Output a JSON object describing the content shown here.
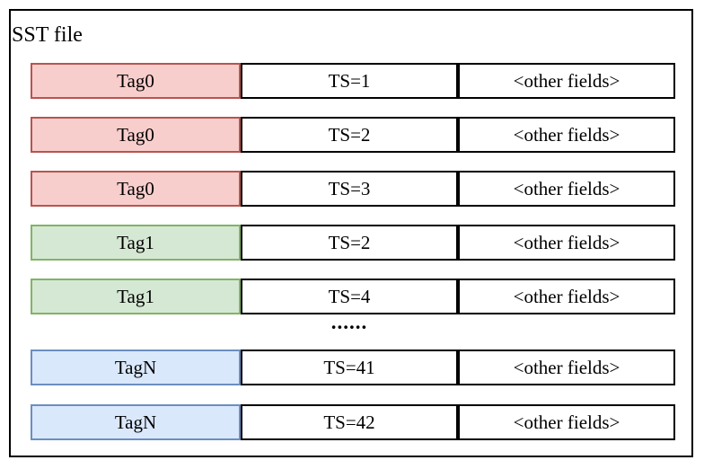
{
  "diagram": {
    "title": "SST file",
    "ellipsis": "......",
    "colors": {
      "red_fill": "#f8cecc",
      "red_border": "#b85450",
      "green_fill": "#d5e8d4",
      "green_border": "#82b366",
      "blue_fill": "#dae8fc",
      "blue_border": "#6c8ebf",
      "plain_border": "#000000",
      "plain_fill": "#ffffff"
    },
    "rows": [
      {
        "tag": "Tag0",
        "ts": "TS=1",
        "other": "<other fields>",
        "color": "red"
      },
      {
        "tag": "Tag0",
        "ts": "TS=2",
        "other": "<other fields>",
        "color": "red"
      },
      {
        "tag": "Tag0",
        "ts": "TS=3",
        "other": "<other fields>",
        "color": "red"
      },
      {
        "tag": "Tag1",
        "ts": "TS=2",
        "other": "<other fields>",
        "color": "green"
      },
      {
        "tag": "Tag1",
        "ts": "TS=4",
        "other": "<other fields>",
        "color": "green"
      },
      {
        "tag": "TagN",
        "ts": "TS=41",
        "other": "<other fields>",
        "color": "blue"
      },
      {
        "tag": "TagN",
        "ts": "TS=42",
        "other": "<other fields>",
        "color": "blue"
      }
    ]
  }
}
